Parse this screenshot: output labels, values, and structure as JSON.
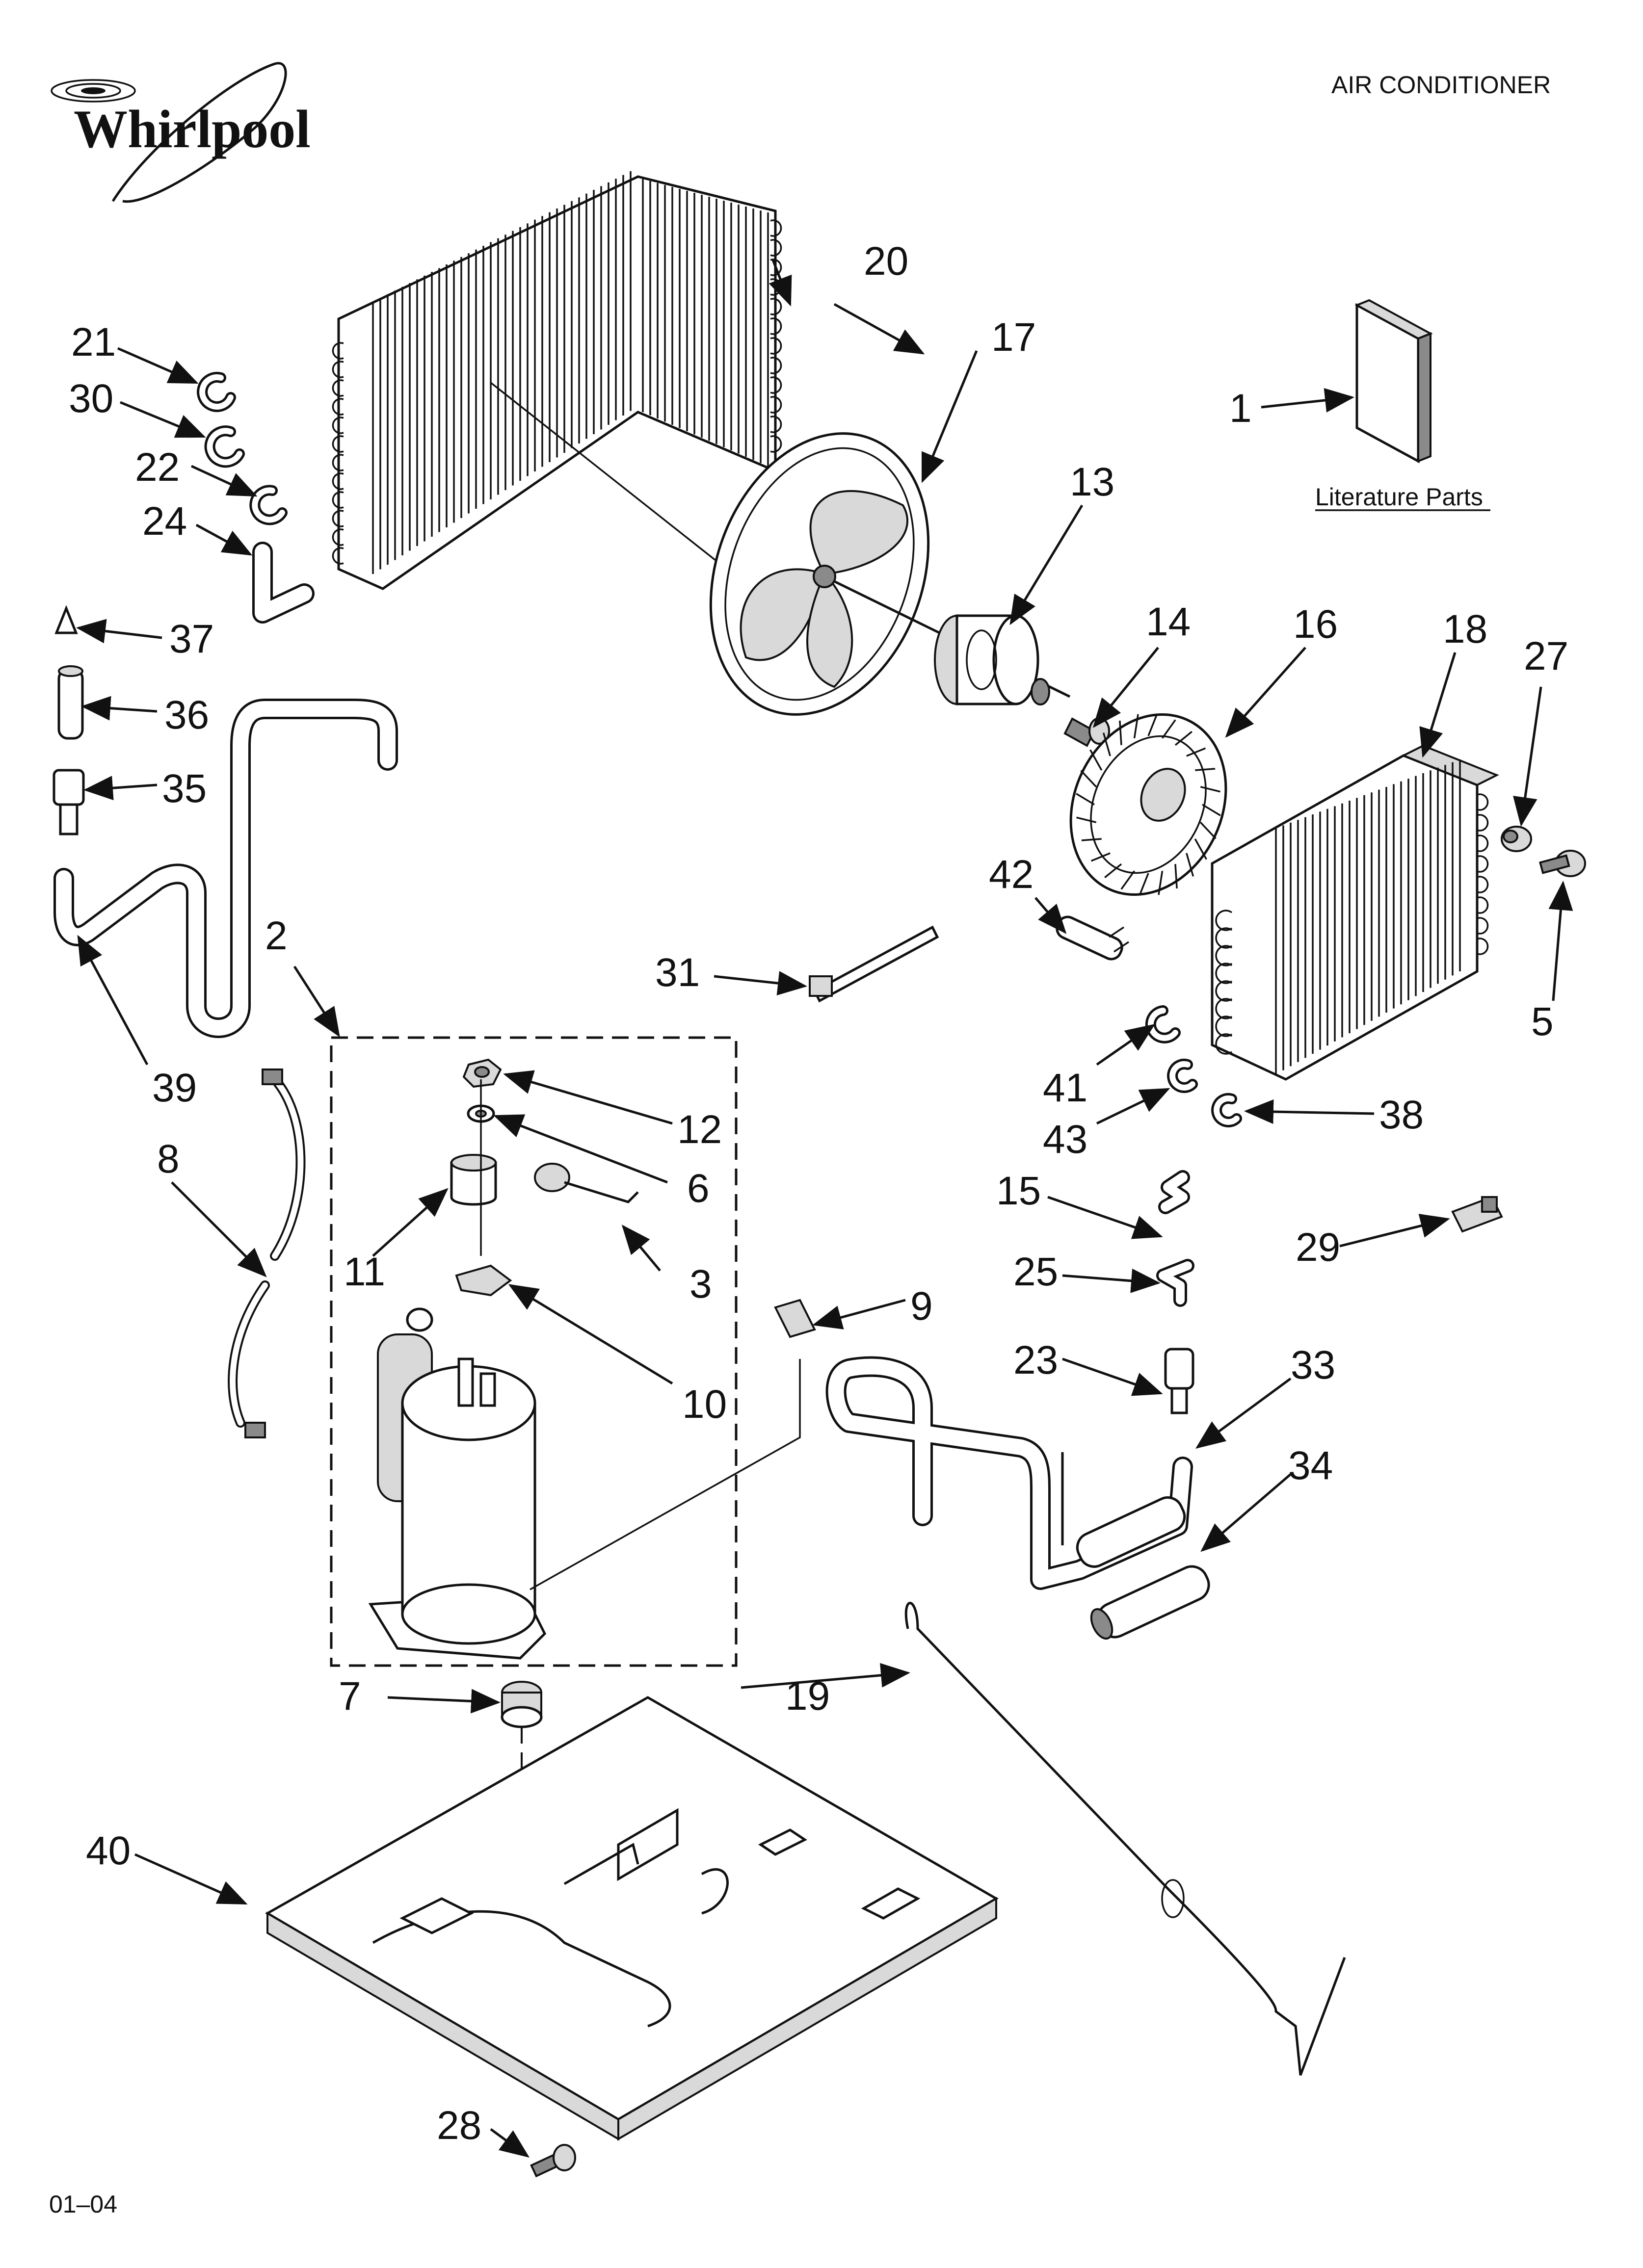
{
  "brand": "Whirlpool",
  "header_title": "AIR CONDITIONER",
  "literature_label": "Literature Parts",
  "footer_code": "01–04",
  "callouts": {
    "c1": "1",
    "c2": "2",
    "c3": "3",
    "c5": "5",
    "c6": "6",
    "c7": "7",
    "c8": "8",
    "c9": "9",
    "c10": "10",
    "c11": "11",
    "c12": "12",
    "c13": "13",
    "c14": "14",
    "c15": "15",
    "c16": "16",
    "c17": "17",
    "c18": "18",
    "c19": "19",
    "c20": "20",
    "c21": "21",
    "c22": "22",
    "c23": "23",
    "c24": "24",
    "c25": "25",
    "c27": "27",
    "c28": "28",
    "c29": "29",
    "c30": "30",
    "c31": "31",
    "c33": "33",
    "c34": "34",
    "c35": "35",
    "c36": "36",
    "c37": "37",
    "c38": "38",
    "c39": "39",
    "c40": "40",
    "c41": "41",
    "c42": "42",
    "c43": "43"
  }
}
